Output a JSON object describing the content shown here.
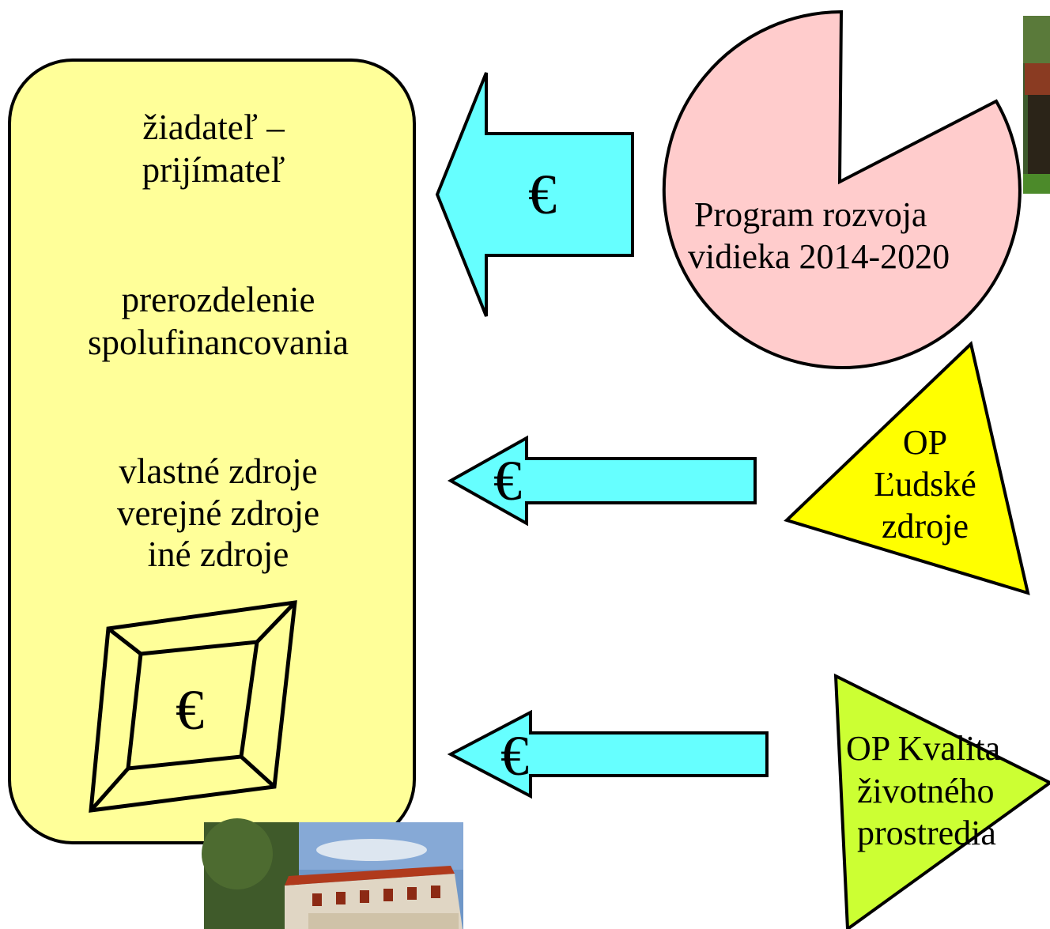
{
  "recipient_box": {
    "title_lines": [
      "žiadateľ –",
      "prijímateľ"
    ],
    "redistribution_lines": [
      "prerozdelenie",
      "spolufinancovania"
    ],
    "sources_lines": [
      "vlastné zdroje",
      "verejné zdroje",
      "iné zdroje"
    ],
    "safe_symbol": "€",
    "fill": "#ffff99"
  },
  "programs": [
    {
      "lines": [
        "Program rozvoja",
        "vidieka 2014-2020"
      ],
      "fill": "#ffcccc",
      "arrow_symbol": "€"
    },
    {
      "lines": [
        "OP",
        "Ľudské",
        "zdroje"
      ],
      "fill": "#ffff00",
      "arrow_symbol": "€"
    },
    {
      "lines": [
        "OP Kvalita",
        "životného",
        "prostredia"
      ],
      "fill": "#ccff33",
      "arrow_symbol": "€"
    }
  ],
  "colors": {
    "arrow": "#66ffff",
    "stroke": "#000000"
  },
  "photos": [
    {
      "name": "village-building-photo"
    },
    {
      "name": "top-right-partial-photo"
    }
  ]
}
